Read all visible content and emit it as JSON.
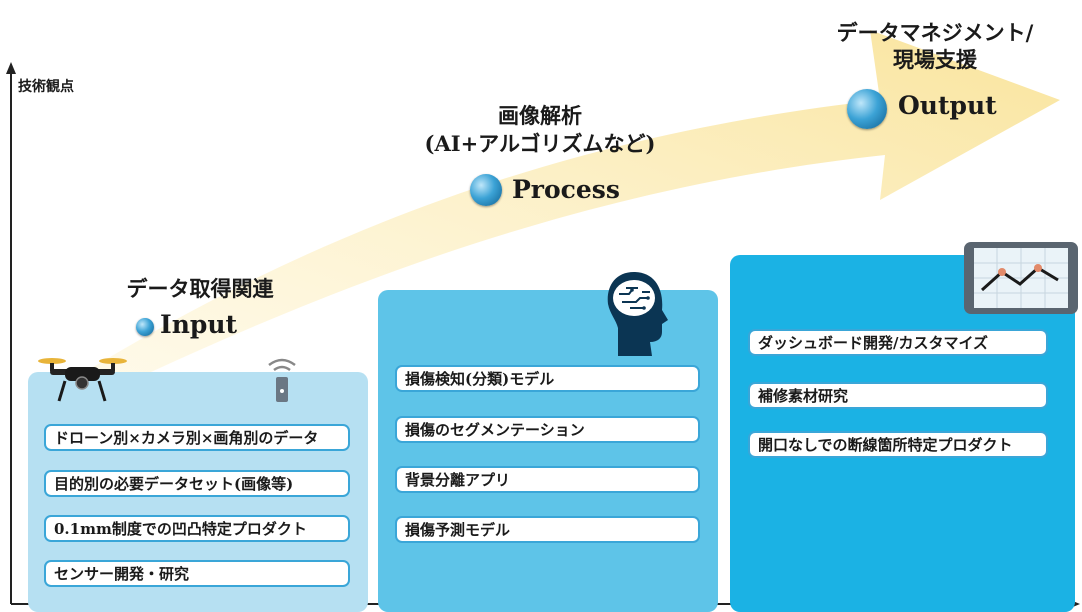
{
  "axis": {
    "y_label": "技術観点"
  },
  "stages": {
    "input": {
      "title": "データ取得関連",
      "label": "Input",
      "items": [
        "ドローン別×カメラ別×画角別のデータ",
        "目的別の必要データセット(画像等)",
        "0.1mm制度での凹凸特定プロダクト",
        "センサー開発・研究"
      ]
    },
    "process": {
      "title_line1": "画像解析",
      "title_line2": "(AI+アルゴリズムなど)",
      "label": "Process",
      "items": [
        "損傷検知(分類)モデル",
        "損傷のセグメンテーション",
        "背景分離アプリ",
        "損傷予測モデル"
      ]
    },
    "output": {
      "title_line1": "データマネジメント/",
      "title_line2": "現場支援",
      "label": "Output",
      "items": [
        "ダッシュボード開発/カスタマイズ",
        "補修素材研究",
        "開口なしでの断線箇所特定プロダクト"
      ]
    }
  },
  "colors": {
    "arrow": "#fbe9a8",
    "panel_input": "#b6e0f2",
    "panel_process": "#5ec4e8",
    "panel_output": "#1bb2e4",
    "item_border": "#3aa6d8"
  },
  "icons": [
    "drone-icon",
    "sensor-icon",
    "brain-icon",
    "tablet-chart-icon"
  ]
}
